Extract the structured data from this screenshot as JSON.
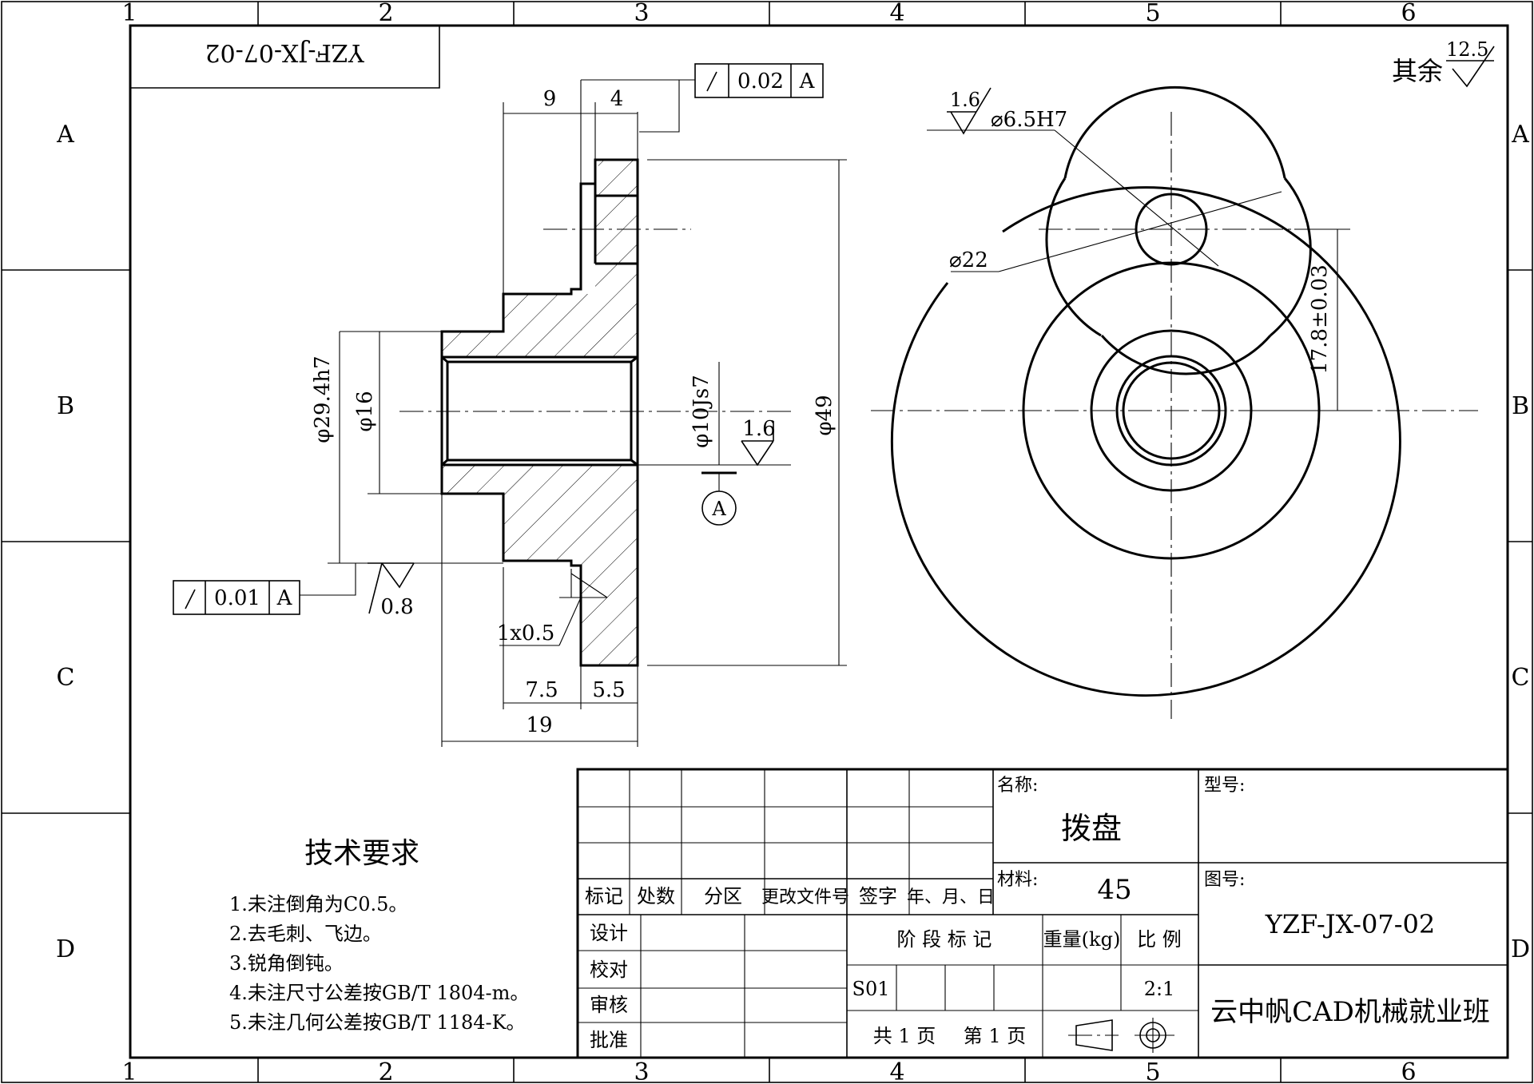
{
  "drawing": {
    "code_mirrored": "YZF-JX-07-02",
    "other_roughness": {
      "label": "其余",
      "value": "12.5"
    }
  },
  "grid": {
    "columns": [
      "1",
      "2",
      "3",
      "4",
      "5",
      "6"
    ],
    "rows": [
      "A",
      "B",
      "C",
      "D"
    ]
  },
  "section_view": {
    "dims": {
      "d9": "9",
      "d4": "4",
      "d49": "φ49",
      "d29": "φ29.4h7",
      "d16": "φ16",
      "d10": "φ10Js7",
      "chamfer": "1x0.5",
      "d7_5": "7.5",
      "d5_5": "5.5",
      "d19": "19"
    },
    "roughness": {
      "bore": "1.6",
      "base": "0.8"
    },
    "datum": "A",
    "tolerance_top": {
      "value": "0.02",
      "datum": "A"
    },
    "tolerance_left": {
      "value": "0.01",
      "datum": "A"
    }
  },
  "front_view": {
    "hole_roughness": "1.6",
    "hole_dim": "⌀6.5H7",
    "boss_dim": "⌀22",
    "offset_dim": "17.8±0.03"
  },
  "tech_requirements": {
    "title": "技术要求",
    "items": [
      "1.未注倒角为C0.5。",
      "2.去毛刺、飞边。",
      "3.锐角倒钝。",
      "4.未注尺寸公差按GB/T 1804-m。",
      "5.未注几何公差按GB/T 1184-K。"
    ]
  },
  "title_block": {
    "rev_headers": [
      "标记",
      "处数",
      "分区",
      "更改文件号",
      "签字",
      "年、月、日"
    ],
    "roles": [
      "设计",
      "校对",
      "审核",
      "批准"
    ],
    "name_label": "名称:",
    "name_value": "拨盘",
    "material_label": "材料:",
    "material_value": "45",
    "model_label": "型号:",
    "drawing_no_label": "图号:",
    "drawing_no_value": "YZF-JX-07-02",
    "stage_label": "阶 段 标 记",
    "weight_label": "重量(kg)",
    "scale_label": "比 例",
    "stage_value": "S01",
    "scale_value": "2:1",
    "sheets": "共 1 页",
    "sheet_no": "第 1 页",
    "company": "云中帆CAD机械就业班"
  }
}
